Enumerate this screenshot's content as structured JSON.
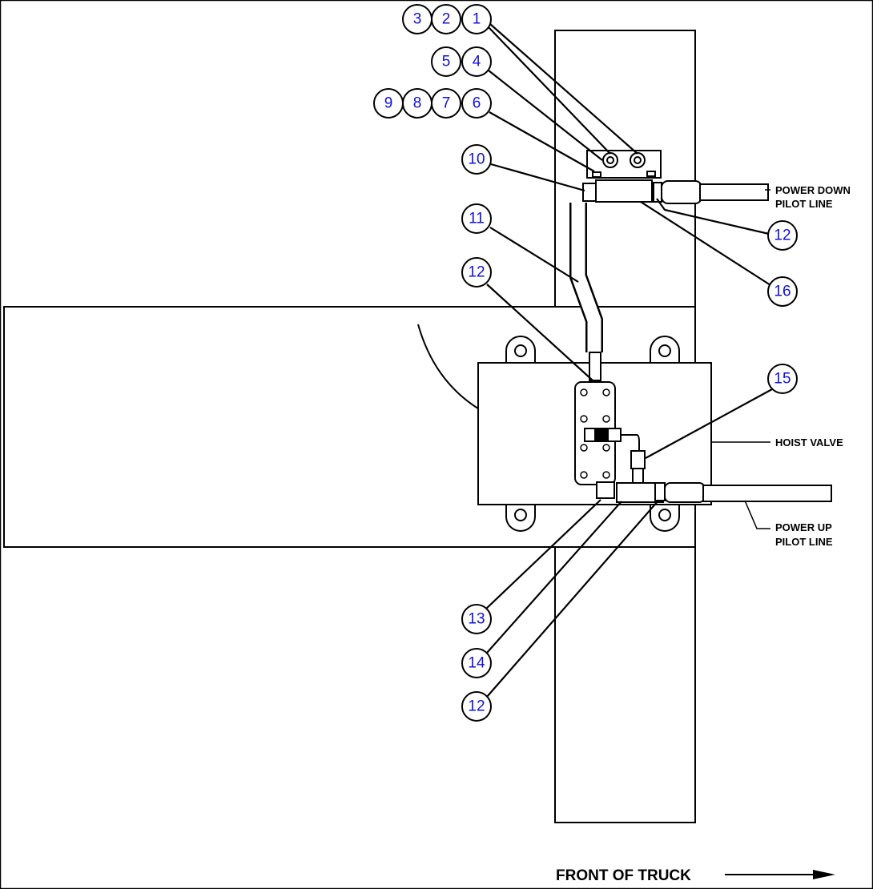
{
  "callouts": {
    "c3": "3",
    "c2": "2",
    "c1": "1",
    "c5": "5",
    "c4": "4",
    "c9": "9",
    "c8": "8",
    "c7": "7",
    "c6": "6",
    "c10": "10",
    "c11": "11",
    "c12a": "12",
    "c12b": "12",
    "c16": "16",
    "c15": "15",
    "c13": "13",
    "c14": "14",
    "c12c": "12"
  },
  "labels": {
    "power_down_1": "POWER DOWN",
    "power_down_2": "PILOT LINE",
    "hoist_valve": "HOIST VALVE",
    "power_up_1": "POWER UP",
    "power_up_2": "PILOT LINE",
    "front_of_truck": "FRONT OF TRUCK"
  },
  "colors": {
    "callout_text": "#1010e0",
    "line": "#000000"
  }
}
